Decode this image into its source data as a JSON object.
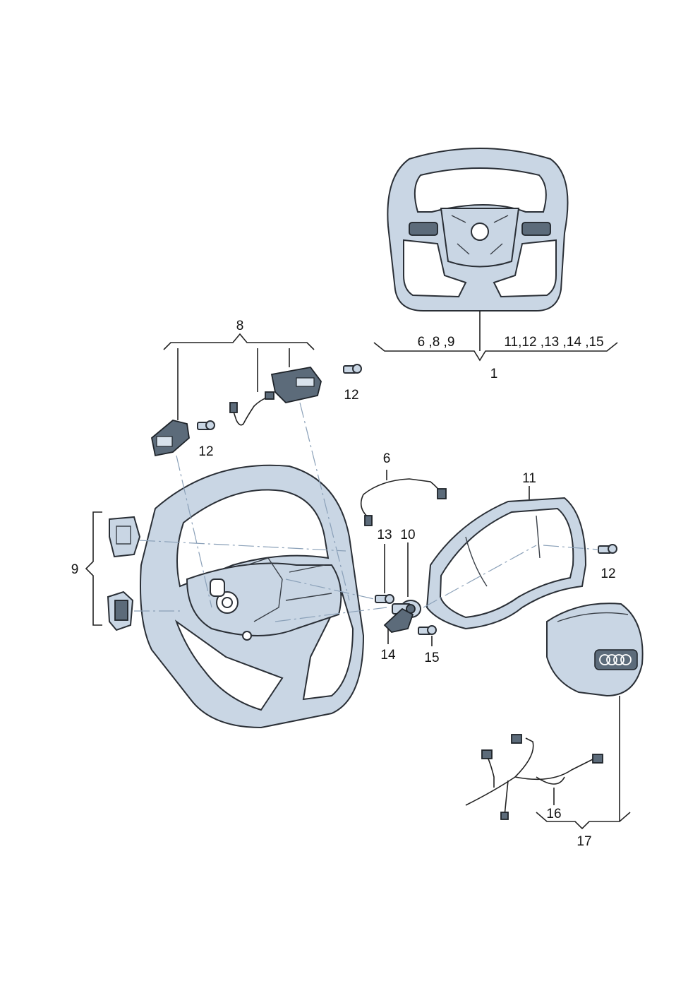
{
  "labels": {
    "l1": "1",
    "l1_group_a": "6 ,8 ,9",
    "l1_group_b": "11,12 ,13 ,14 ,15",
    "l6": "6",
    "l8": "8",
    "l9": "9",
    "l10": "10",
    "l11": "11",
    "l12a": "12",
    "l12b": "12",
    "l12c": "12",
    "l13": "13",
    "l14": "14",
    "l15": "15",
    "l16": "16",
    "l17": "17"
  },
  "colors": {
    "part_fill": "#c9d6e4",
    "dark_part": "#5c6b7a",
    "line": "#222222",
    "center_line": "#8aa0b8"
  },
  "icons": {
    "steering_wheel": "steering-wheel-icon",
    "airbag": "airbag-icon",
    "audi_rings": "audi-rings-logo"
  }
}
